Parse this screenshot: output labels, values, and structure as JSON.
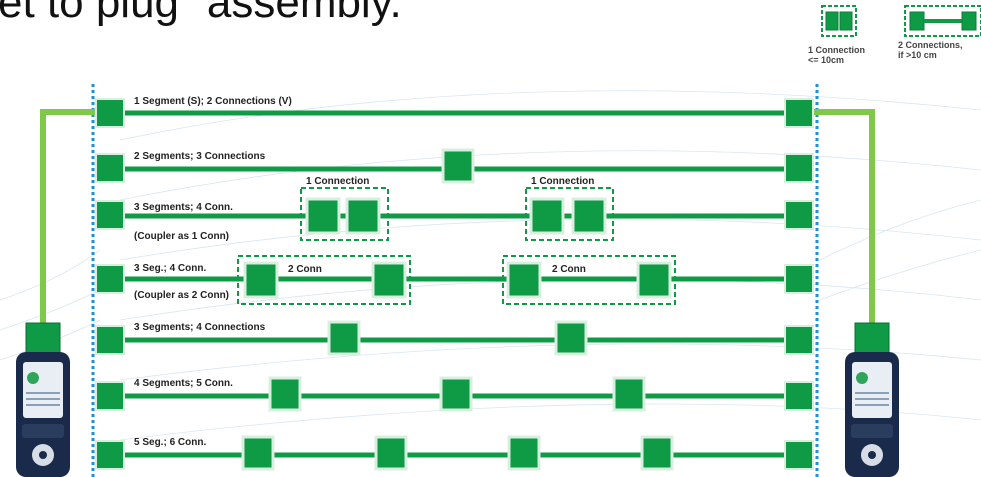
{
  "title": "et to plug\" assembly.",
  "legend": {
    "one": {
      "line1": "1 Connection",
      "line2": "<= 10cm"
    },
    "two": {
      "line1": "2 Connections,",
      "line2": "if >10 cm"
    }
  },
  "rows": [
    {
      "label": "1 Segment (S); 2 Connections (V)"
    },
    {
      "label": "2 Segments; 3 Connections"
    },
    {
      "label": "3 Segments; 4 Conn.",
      "sub": "(Coupler as 1 Conn)"
    },
    {
      "label": "3 Seg.; 4 Conn.",
      "sub": "(Coupler as 2 Conn)"
    },
    {
      "label": "3 Segments; 4 Connections"
    },
    {
      "label": "4 Segments; 5 Conn."
    },
    {
      "label": "5 Seg.; 6 Conn."
    }
  ],
  "groups": {
    "conn1": "1 Connection",
    "conn2": "2 Conn"
  },
  "colors": {
    "green": "#0f9a46",
    "lightGreen": "#7fc84a",
    "blue": "#1e8fd8",
    "device": "#1a2a4a"
  }
}
